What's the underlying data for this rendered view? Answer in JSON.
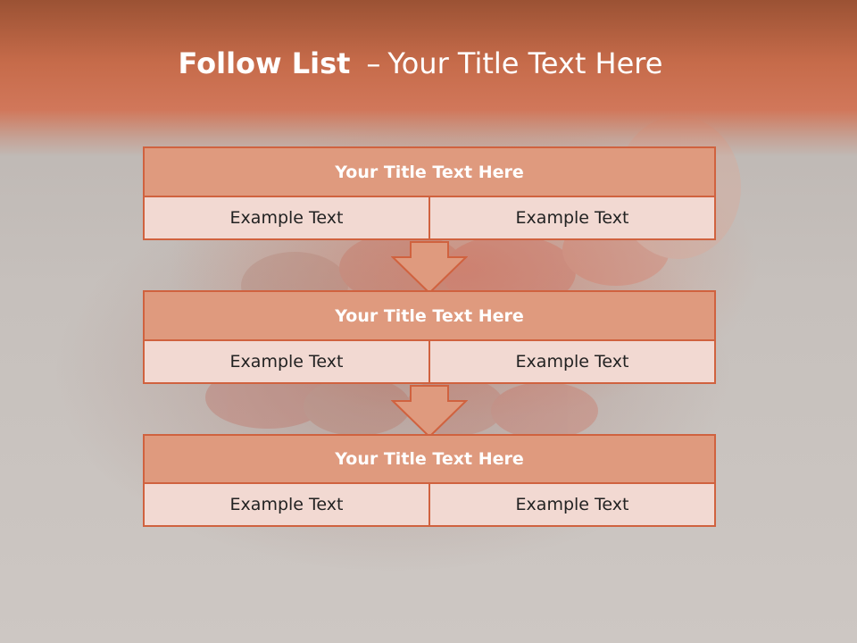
{
  "slide": {
    "title_bold": "Follow List",
    "title_separator": "–",
    "title_rest": "Your Title Text Here"
  },
  "blocks": [
    {
      "title": "Your Title Text Here",
      "cells": [
        "Example Text",
        "Example Text"
      ]
    },
    {
      "title": "Your Title Text Here",
      "cells": [
        "Example Text",
        "Example Text"
      ]
    },
    {
      "title": "Your Title Text Here",
      "cells": [
        "Example Text",
        "Example Text"
      ]
    }
  ],
  "colors": {
    "accent": "#d0623f",
    "block_title_fill": "#df9a7e",
    "cell_fill": "#f2d9d2",
    "header": "#c66b4a"
  }
}
